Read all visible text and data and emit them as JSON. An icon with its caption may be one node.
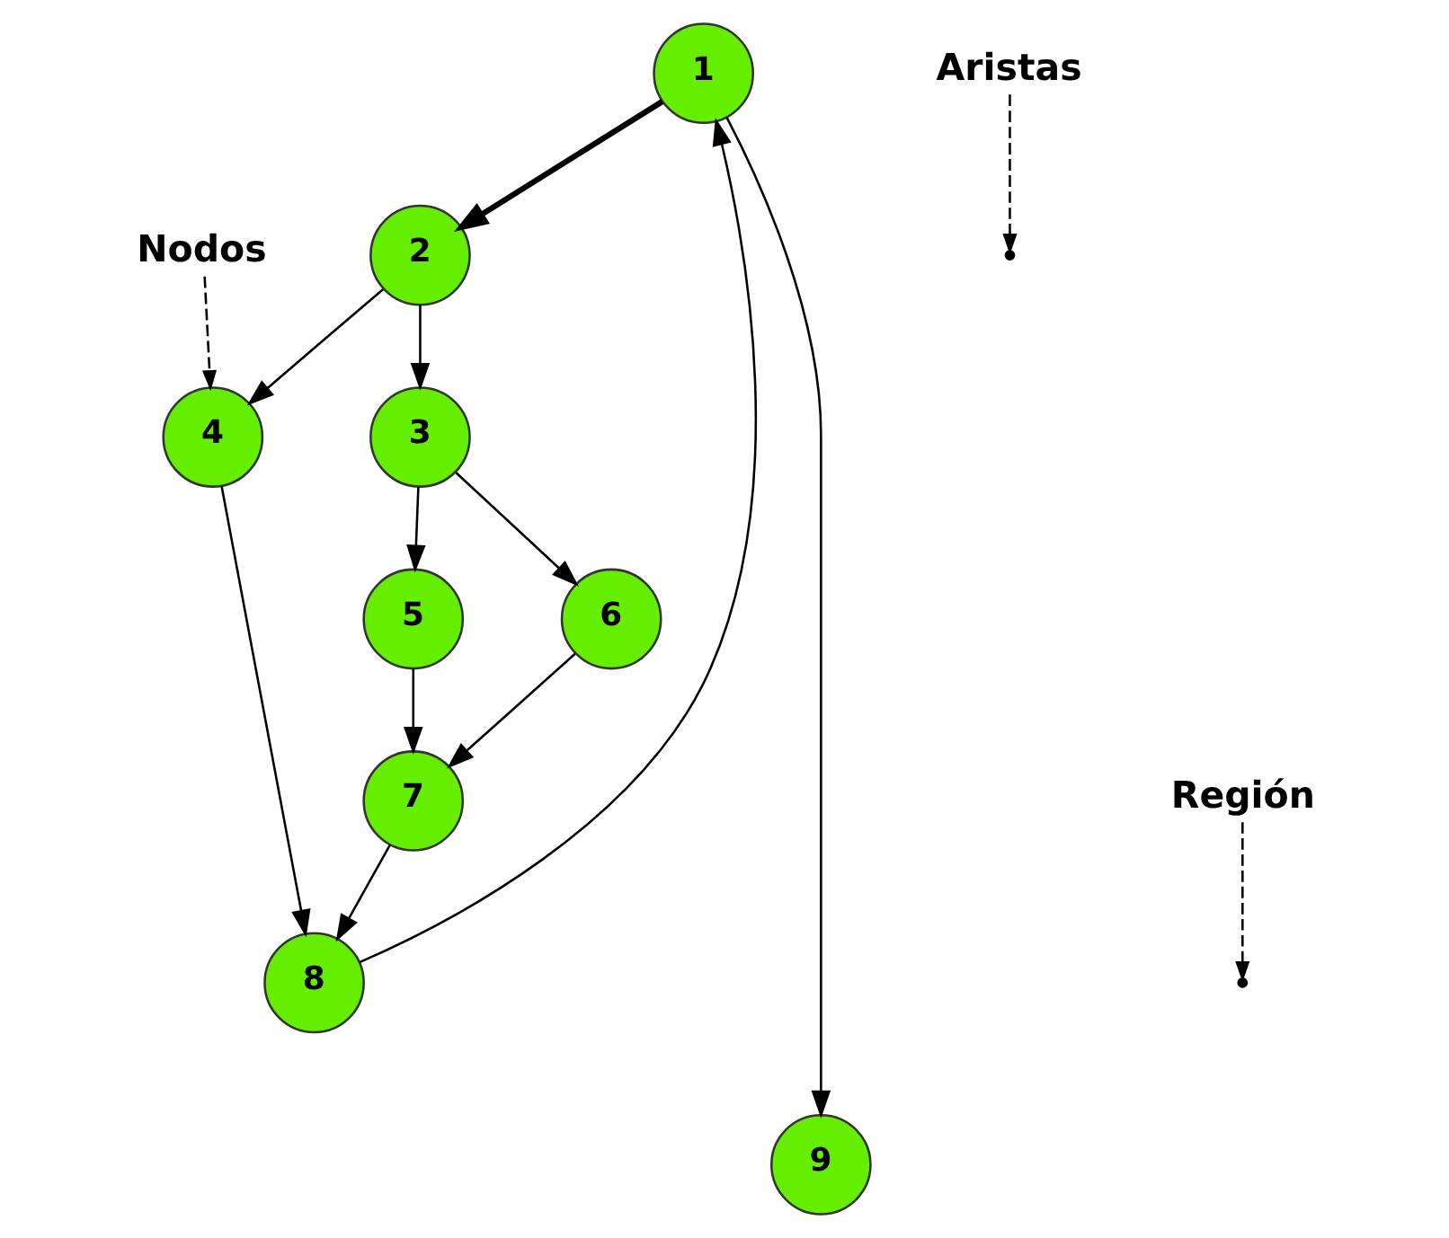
{
  "diagram": {
    "nodes": [
      {
        "text": [
          "1"
        ]
      },
      {
        "text": [
          "2"
        ]
      },
      {
        "text": [
          "3"
        ]
      },
      {
        "text": [
          "4"
        ]
      },
      {
        "text": [
          "5"
        ]
      },
      {
        "text": [
          "6"
        ]
      },
      {
        "text": [
          "7"
        ]
      },
      {
        "text": [
          "8"
        ]
      },
      {
        "text": [
          "9"
        ]
      },
      {
        "text": [
          "Aristas"
        ]
      },
      {
        "text": [
          "Nodos"
        ]
      },
      {
        "text": [
          "Región"
        ]
      }
    ],
    "edges": [
      {
        "from": 0,
        "to": 1,
        "arrow": "to",
        "style": "thick"
      },
      {
        "from": 1,
        "to": 2,
        "arrow": "to"
      },
      {
        "from": 1,
        "to": 3,
        "arrow": "to"
      },
      {
        "from": 2,
        "to": 4,
        "arrow": "to"
      },
      {
        "from": 2,
        "to": 5,
        "arrow": "to"
      },
      {
        "from": 4,
        "to": 6,
        "arrow": "to"
      },
      {
        "from": 5,
        "to": 6,
        "arrow": "to"
      },
      {
        "from": 6,
        "to": 7,
        "arrow": "to"
      },
      {
        "from": 3,
        "to": 7,
        "arrow": "to"
      },
      {
        "from": 7,
        "to": 0,
        "arrow": "to"
      },
      {
        "from": 0,
        "to": 8,
        "arrow": "to"
      },
      {
        "from": 9,
        "to": null,
        "arrow": "to",
        "style": "dashed"
      },
      {
        "from": 10,
        "to": 3,
        "arrow": "to",
        "style": "dashed"
      },
      {
        "from": 11,
        "to": null,
        "arrow": "to",
        "style": "dashed"
      }
    ]
  }
}
